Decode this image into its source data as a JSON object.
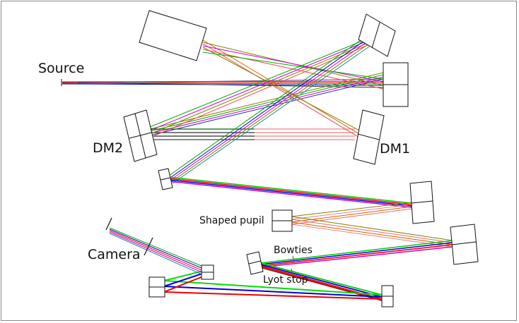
{
  "labels": {
    "source": "Source",
    "dm1": "DM1",
    "dm2": "DM2",
    "shaped_pupil": "Shaped pupil",
    "camera": "Camera",
    "bowties": "Bowties",
    "lyot_stop": "Lyot stop"
  },
  "colors": {
    "green": "#00dd00",
    "red": "#ee0000",
    "blue": "#0000dd",
    "magenta": "#cc00cc",
    "olive": "#808000",
    "dark": "#303030",
    "salmon": "#f08080"
  }
}
